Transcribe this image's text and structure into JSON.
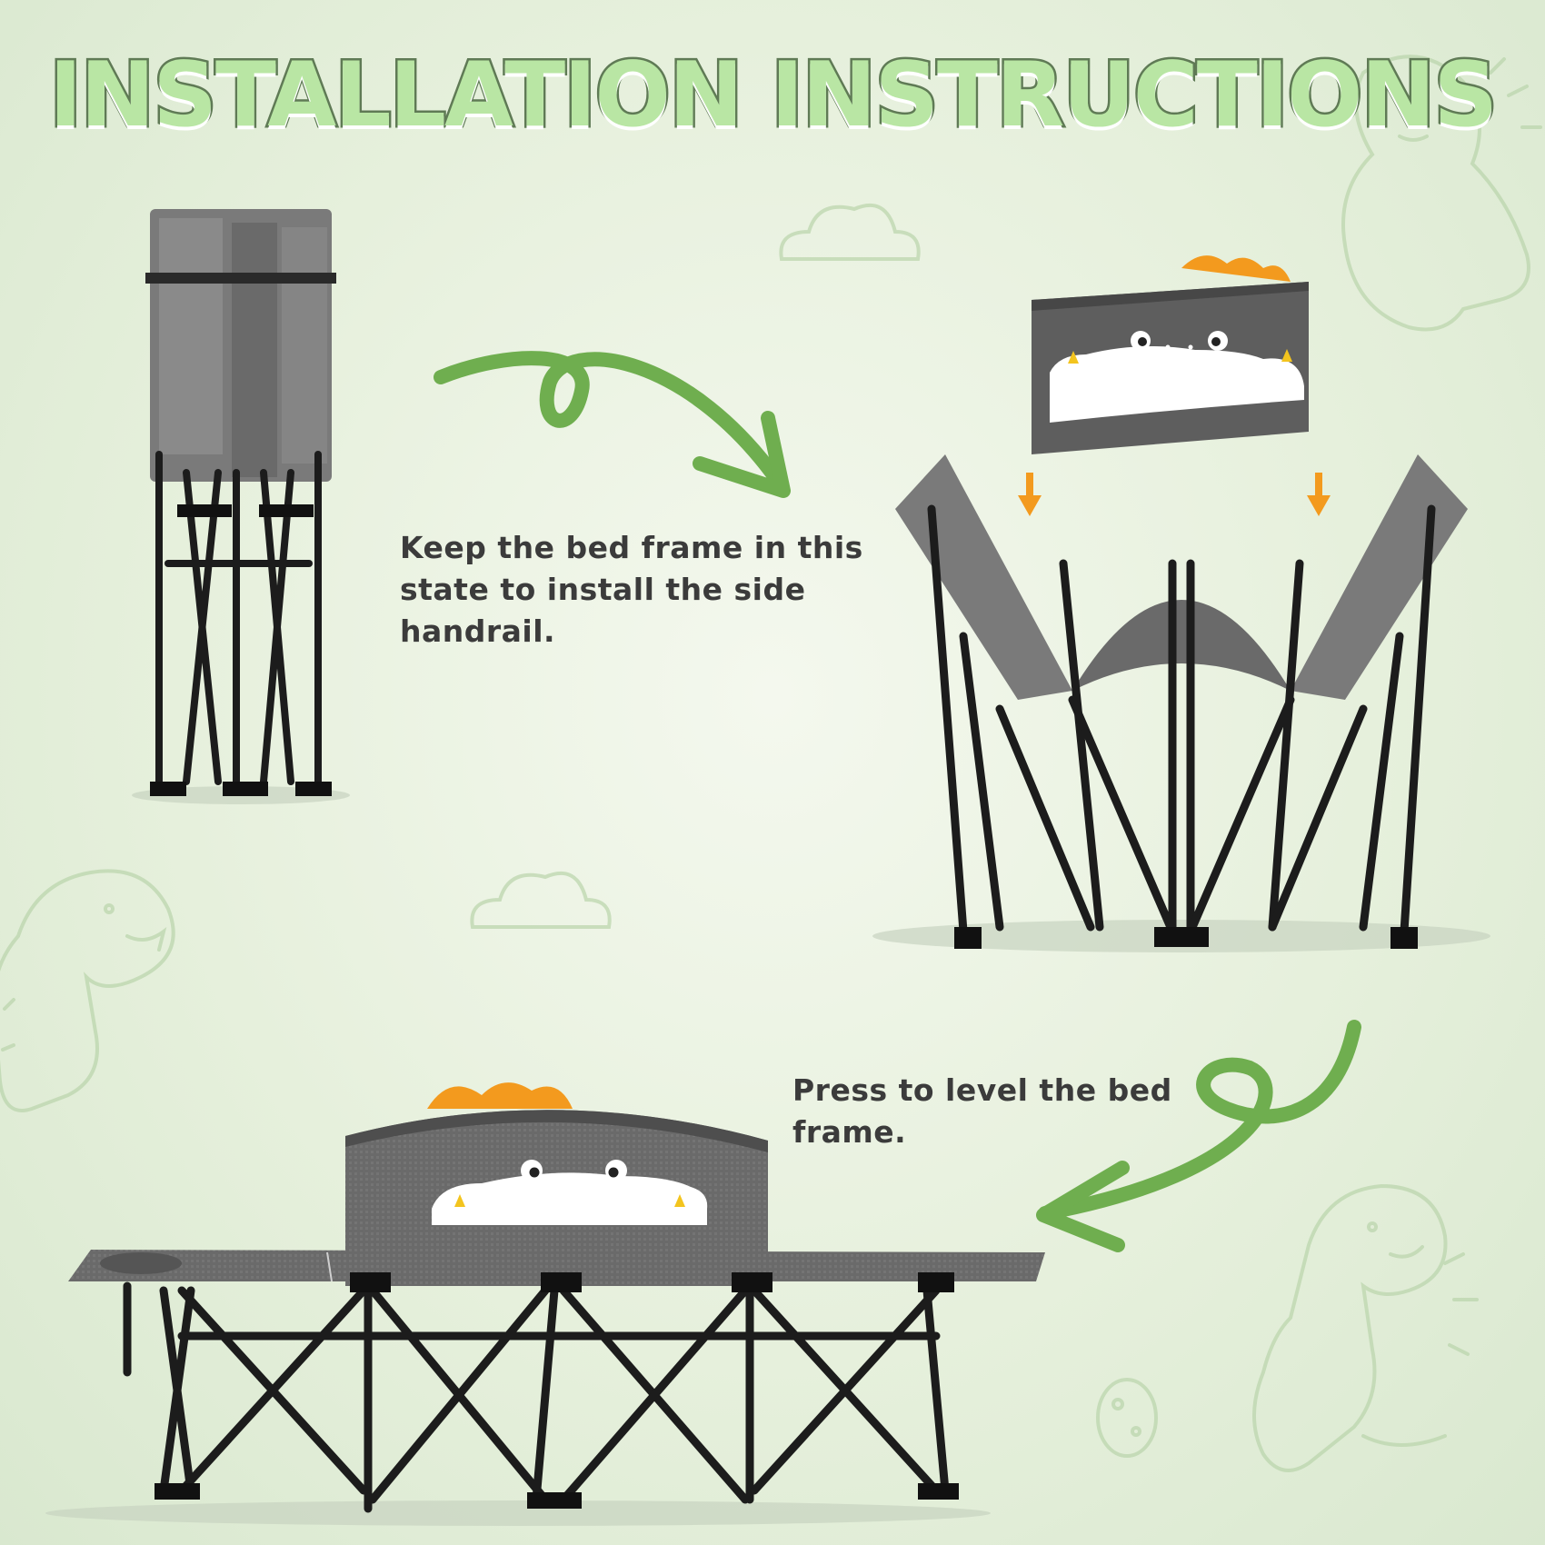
{
  "title": "INSTALLATION INSTRUCTIONS",
  "steps": [
    {
      "caption": "Keep the bed frame in this state to install the side handrail."
    },
    {
      "caption": "Press to level the bed frame."
    }
  ],
  "colors": {
    "background": "#e6f0dc",
    "title_fill": "#b9e6a4",
    "title_outline": "#5f7a55",
    "arrow_green": "#6fae4f",
    "fabric_gray": "#6d6d6d",
    "frame_black": "#1c1c1c",
    "accent_orange": "#f39a1e",
    "caption_text": "#3b3b3b"
  },
  "icons": [
    "curly-arrow-icon",
    "down-arrow-icon",
    "dinosaur-doodle-icon",
    "cloud-doodle-icon",
    "dino-egg-icon"
  ]
}
